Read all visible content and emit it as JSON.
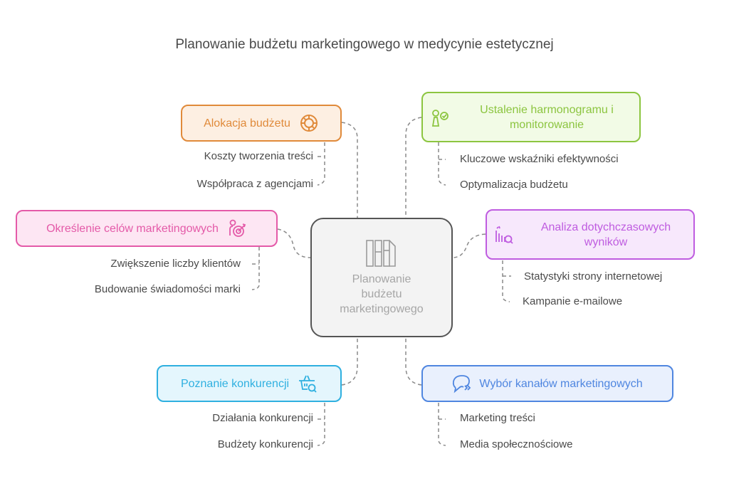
{
  "title": "Planowanie budżetu marketingowego w medycynie estetycznej",
  "center": {
    "label_lines": [
      "Planowanie",
      "budżetu",
      "marketingowego"
    ],
    "icon": "books-icon"
  },
  "nodes": [
    {
      "id": "alokacja",
      "label_lines": [
        "Alokacja budżetu"
      ],
      "icon": "pie-chart-icon",
      "color": "#e08a3a",
      "bg": "#fdefe2",
      "items": [
        "Koszty tworzenia treści",
        "Współpraca z agencjami"
      ]
    },
    {
      "id": "harmonogram",
      "label_lines": [
        "Ustalenie harmonogramu i",
        "monitorowanie"
      ],
      "icon": "person-check-icon",
      "color": "#8cc540",
      "bg": "#f2fbe6",
      "items": [
        "Kluczowe wskaźniki efektywności",
        "Optymalizacja budżetu"
      ]
    },
    {
      "id": "cele",
      "label_lines": [
        "Określenie celów marketingowych"
      ],
      "icon": "target-person-icon",
      "color": "#e45aa8",
      "bg": "#fde6f3",
      "items": [
        "Zwiększenie liczby klientów",
        "Budowanie świadomości marki"
      ]
    },
    {
      "id": "analiza",
      "label_lines": [
        "Analiza dotychczasowych",
        "wyników"
      ],
      "icon": "bar-chart-search-icon",
      "color": "#bf5ce0",
      "bg": "#f7e8fc",
      "items": [
        "Statystyki strony internetowej",
        "Kampanie e-mailowe"
      ]
    },
    {
      "id": "konkurencja",
      "label_lines": [
        "Poznanie konkurencji"
      ],
      "icon": "basket-search-icon",
      "color": "#2fb0e0",
      "bg": "#e4f6fd",
      "items": [
        "Działania konkurencji",
        "Budżety konkurencji"
      ]
    },
    {
      "id": "kanaly",
      "label_lines": [
        "Wybór kanałów marketingowych"
      ],
      "icon": "chat-arrows-icon",
      "color": "#4f86e0",
      "bg": "#e9f0fd",
      "items": [
        "Marketing treści",
        "Media społecznościowe"
      ]
    }
  ]
}
